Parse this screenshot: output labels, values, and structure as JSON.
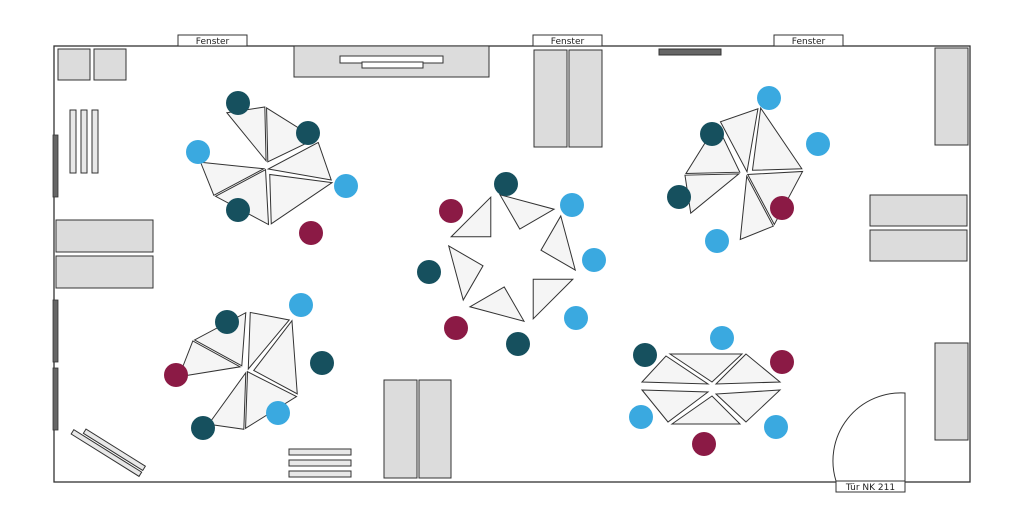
{
  "labels": {
    "window_left": "Fenster",
    "window_center": "Fenster",
    "window_right": "Fenster",
    "door": "Tür NK 211"
  },
  "colors": {
    "teal": "#16505e",
    "light_blue": "#3aa9e0",
    "maroon": "#8b1a45",
    "furniture": "#dcdcdc",
    "table_fill": "#f5f5f5",
    "outline": "#333333"
  }
}
